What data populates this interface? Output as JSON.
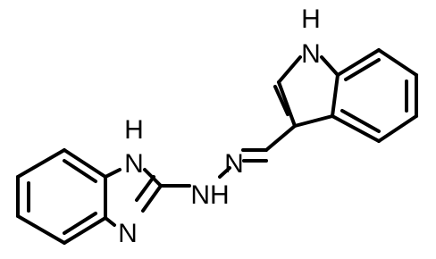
{
  "figure": {
    "kind": "chemical-structure",
    "colors": {
      "bond": "#000000",
      "label": "#000000",
      "background": "#ffffff"
    },
    "atom_labels": {
      "indole_nh": "H",
      "indole_n": "N",
      "imidazole_nh_h": "H",
      "imidazole_nh_n": "N",
      "imine_n": "N",
      "hydrazine_nh": "NH",
      "imidazole_n": "N"
    }
  }
}
